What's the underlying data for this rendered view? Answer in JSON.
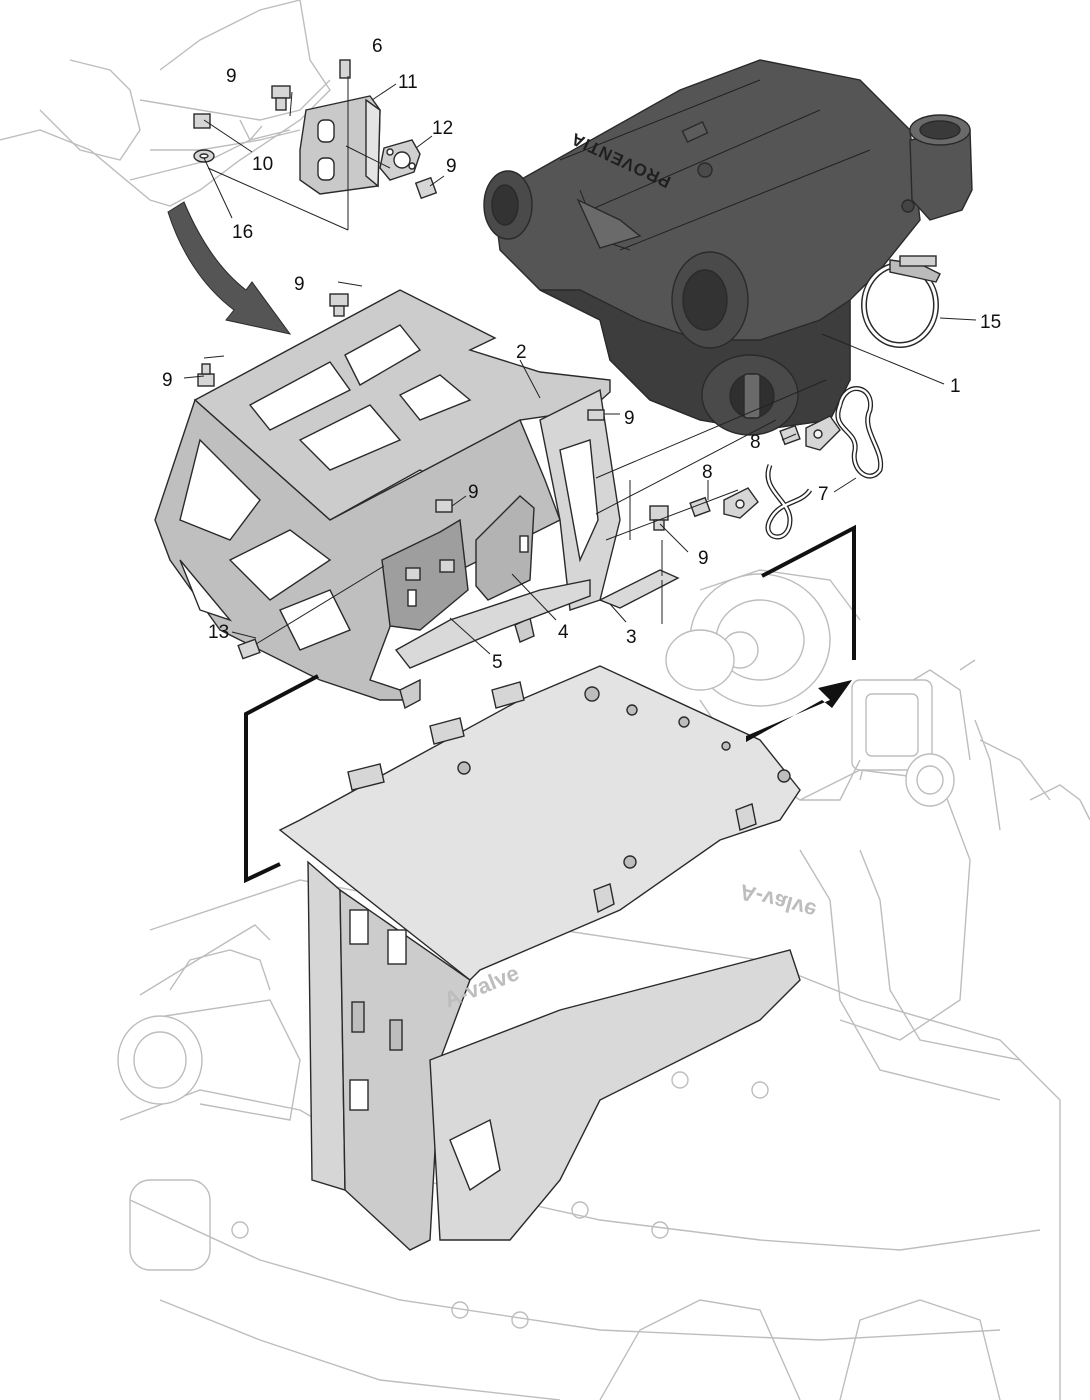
{
  "colors": {
    "background": "#ffffff",
    "ink": "#222222",
    "engine_outline": "#bdbdbd",
    "filter_housing": "#555555",
    "filter_shadow": "#3d3d3d",
    "sheet_metal": "#e3e3e3",
    "bracket": "#c9c9c9",
    "arrow": "#555555"
  },
  "labels": {
    "l1": "1",
    "l2": "2",
    "l3": "3",
    "l4": "4",
    "l5": "5",
    "l6": "6",
    "l7": "7",
    "l8a": "8",
    "l8b": "8",
    "l9a": "9",
    "l9b": "9",
    "l9c": "9",
    "l9d": "9",
    "l9e": "9",
    "l9f": "9",
    "l9g": "9",
    "l10": "10",
    "l11": "11",
    "l12": "12",
    "l13": "13",
    "l15": "15",
    "l16": "16"
  },
  "markings": {
    "brand": "PROVENTIA",
    "valve_cover_top": "A-valve",
    "valve_cover_side": "A-valve"
  }
}
